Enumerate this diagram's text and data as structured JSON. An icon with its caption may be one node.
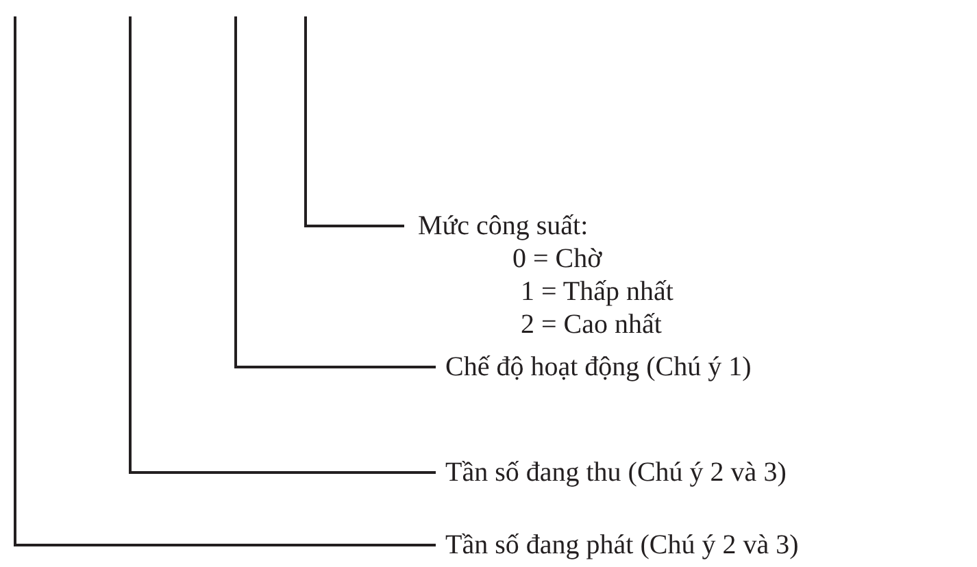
{
  "diagram": {
    "nodes": [
      {
        "text": [
          "Mức công suất:",
          "0 = Chờ",
          "1 = Thấp nhất",
          "2 = Cao nhất"
        ]
      },
      {
        "text": [
          "Chế độ hoạt động (Chú ý 1)"
        ]
      },
      {
        "text": [
          "Tần số đang thu (Chú ý 2 và 3)"
        ]
      },
      {
        "text": [
          "Tần số đang phát (Chú ý 2 và 3)"
        ]
      }
    ],
    "edges": [
      {
        "from": 0,
        "to": null,
        "arrow": "none"
      },
      {
        "from": 1,
        "to": null,
        "arrow": "none"
      },
      {
        "from": 2,
        "to": null,
        "arrow": "none"
      },
      {
        "from": 3,
        "to": null,
        "arrow": "none"
      }
    ]
  }
}
